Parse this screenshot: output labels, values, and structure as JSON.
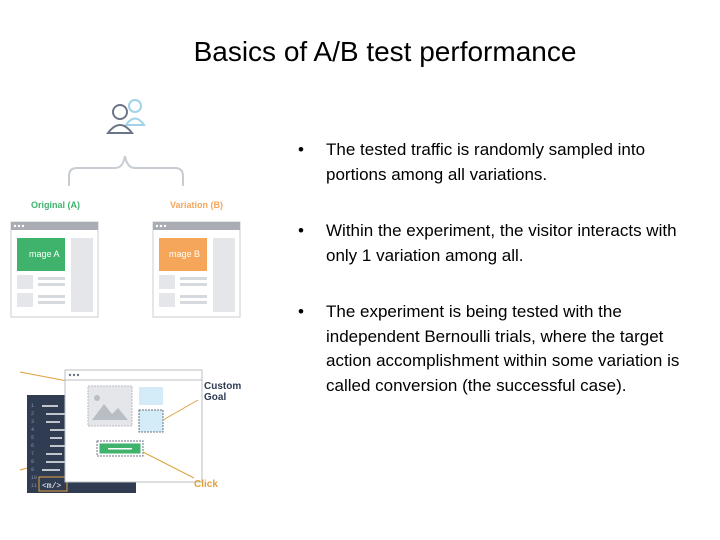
{
  "slide": {
    "title": "Basics of A/B test performance",
    "bullets": [
      "The tested traffic is randomly sampled into portions among all variations.",
      "Within the experiment, the visitor interacts with only 1 variation among all.",
      "The experiment is being tested with the independent Bernoulli trials, where the target action accomplishment within some variation is called conversion (the successful case)."
    ]
  },
  "figure": {
    "label_original": "Original (A)",
    "label_variation": "Variation (B)",
    "image_a": "mage A",
    "image_b": "mage B",
    "custom_goal_line1": "Custom",
    "custom_goal_line2": "Goal",
    "click_label": "Click",
    "code_tag": "<m/>",
    "line_numbers": [
      "1",
      "2",
      "3",
      "4",
      "5",
      "6",
      "7",
      "8",
      "9",
      "10",
      "11"
    ],
    "colors": {
      "green": "#3fb26b",
      "orange": "#f5a65b",
      "gold": "#e0a040",
      "navy": "#2f3c52",
      "window_bar": "#a9adb3",
      "light_blue": "#d4ecf7"
    }
  }
}
